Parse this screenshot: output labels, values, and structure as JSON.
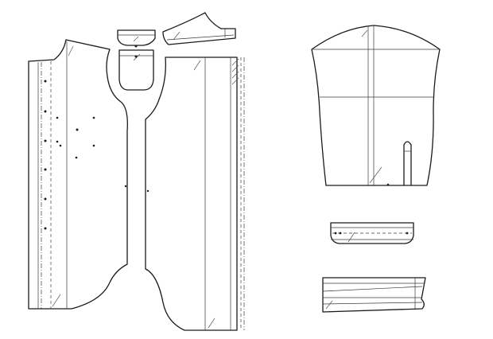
{
  "diagram": {
    "type": "sewing-pattern-pieces",
    "stroke_color": "#1a1a1a",
    "background": "#ffffff",
    "pieces": [
      {
        "id": "front-piece",
        "label": ""
      },
      {
        "id": "pocket-flap",
        "label": ""
      },
      {
        "id": "pocket-bag",
        "label": ""
      },
      {
        "id": "collar",
        "label": ""
      },
      {
        "id": "back-piece",
        "label": ""
      },
      {
        "id": "sleeve",
        "label": ""
      },
      {
        "id": "cuff",
        "label": ""
      },
      {
        "id": "waistband",
        "label": ""
      }
    ]
  }
}
